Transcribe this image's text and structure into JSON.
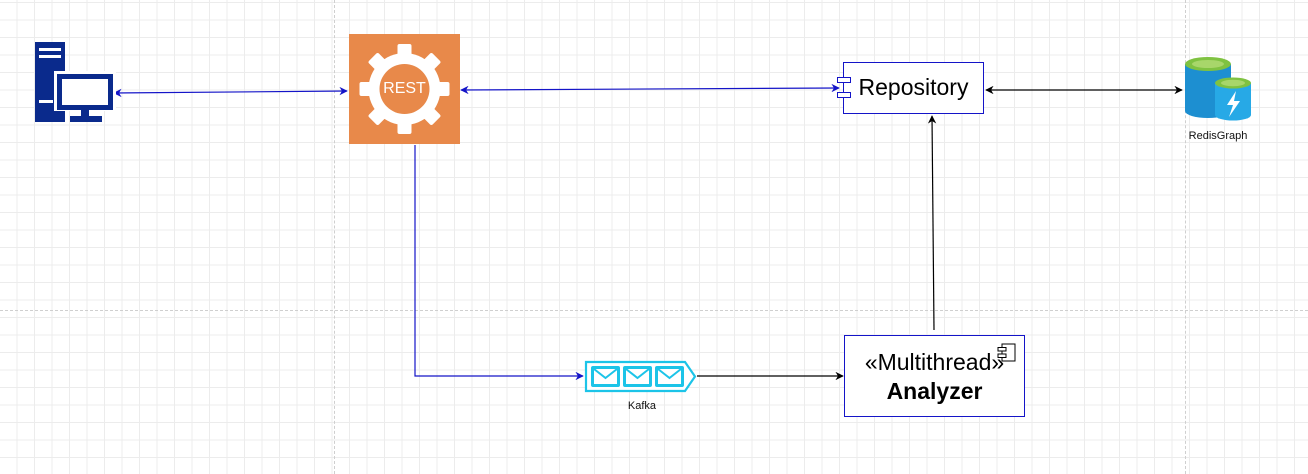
{
  "diagram": {
    "nodes": {
      "client": {
        "icon": "desktop-computer-icon",
        "color": "#0a2a8c"
      },
      "rest_api": {
        "label": "REST",
        "icon": "gear-icon",
        "color": "#e8894a"
      },
      "repository": {
        "label": "Repository",
        "icon": "component-icon",
        "border_color": "#1414c8"
      },
      "redisgraph": {
        "label": "RedisGraph",
        "icon": "database-cache-icon"
      },
      "kafka": {
        "label": "Kafka",
        "icon": "message-queue-icon",
        "color": "#1cc4e8"
      },
      "analyzer": {
        "stereotype": "«Multithread»",
        "name": "Analyzer",
        "icon": "component-icon",
        "border_color": "#1414c8"
      }
    },
    "edges": [
      {
        "from": "client",
        "to": "rest_api",
        "direction": "both",
        "color": "#1414c8"
      },
      {
        "from": "rest_api",
        "to": "repository",
        "direction": "both",
        "color": "#1414c8"
      },
      {
        "from": "repository",
        "to": "redisgraph",
        "direction": "both",
        "color": "#000000"
      },
      {
        "from": "rest_api",
        "to": "kafka",
        "direction": "forward",
        "color": "#1414c8"
      },
      {
        "from": "kafka",
        "to": "analyzer",
        "direction": "forward",
        "color": "#000000"
      },
      {
        "from": "analyzer",
        "to": "repository",
        "direction": "forward",
        "color": "#000000"
      }
    ]
  }
}
